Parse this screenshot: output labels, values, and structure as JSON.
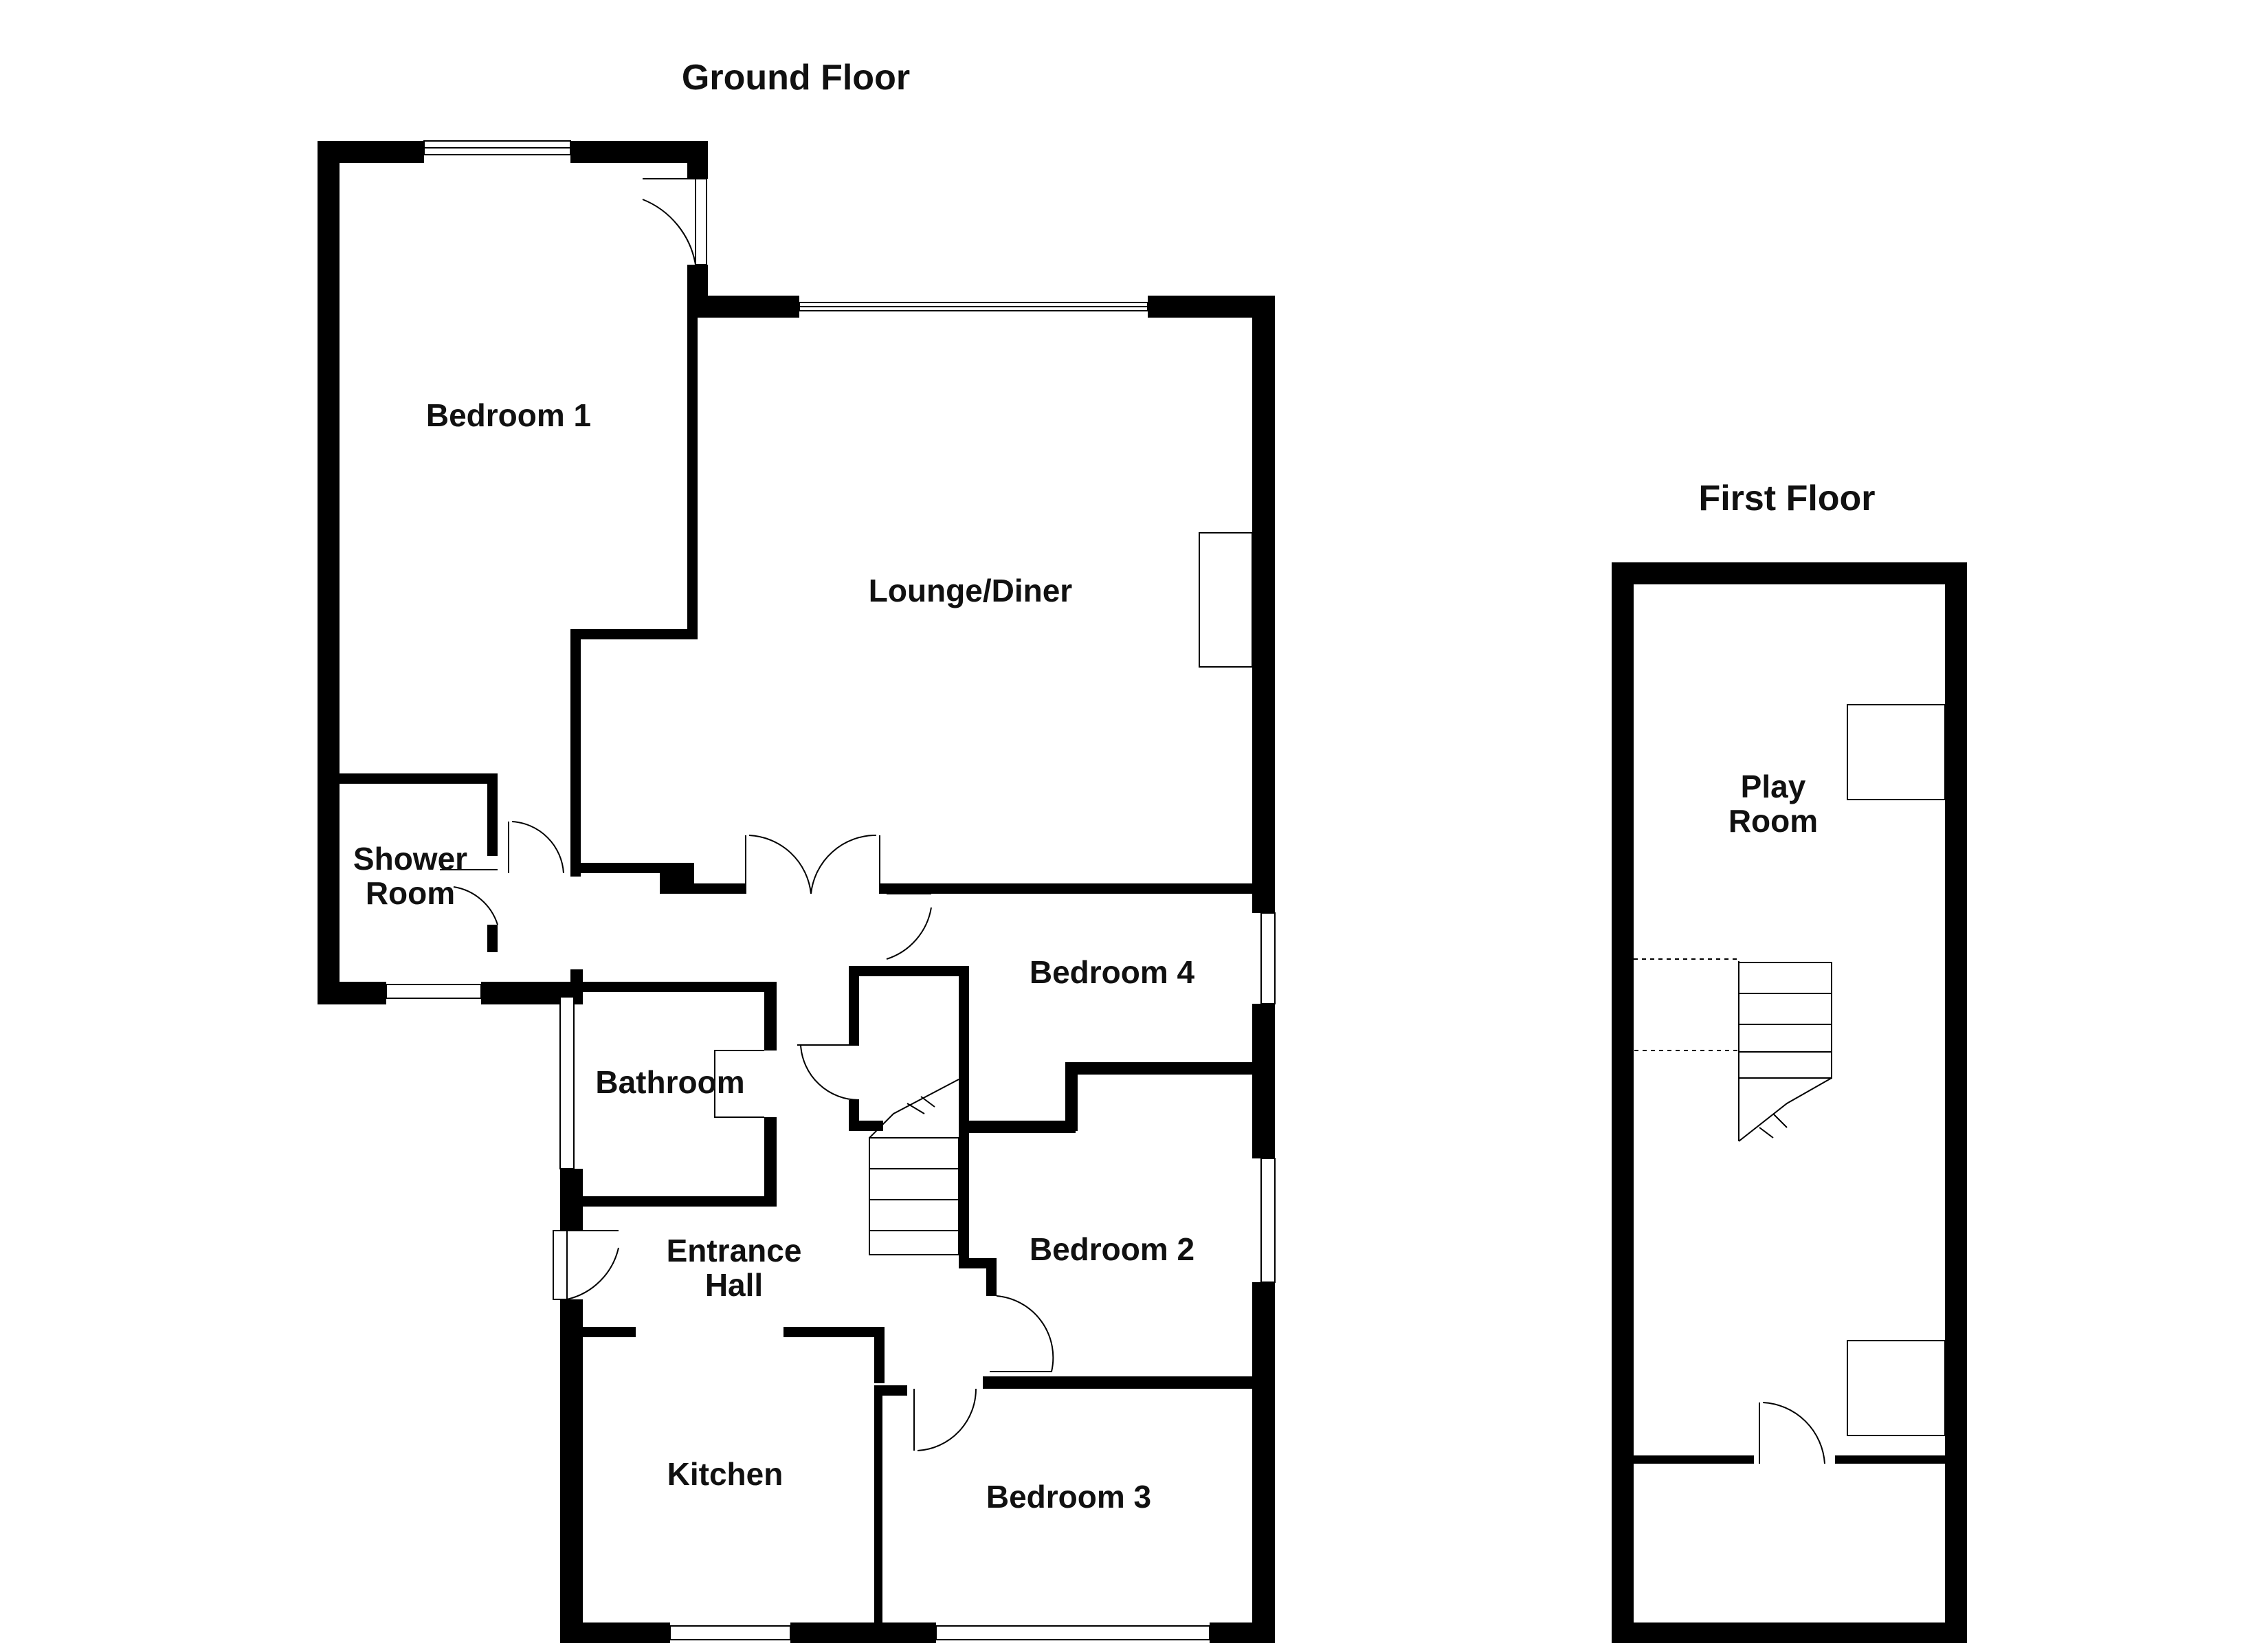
{
  "floors": {
    "ground": {
      "title": "Ground Floor"
    },
    "first": {
      "title": "First Floor"
    }
  },
  "rooms": {
    "bedroom1": "Bedroom 1",
    "lounge": "Lounge/Diner",
    "shower_line1": "Shower",
    "shower_line2": "Room",
    "bedroom4": "Bedroom 4",
    "bathroom": "Bathroom",
    "hall_line1": "Entrance",
    "hall_line2": "Hall",
    "bedroom2": "Bedroom 2",
    "kitchen": "Kitchen",
    "bedroom3": "Bedroom 3",
    "play_line1": "Play",
    "play_line2": "Room"
  }
}
